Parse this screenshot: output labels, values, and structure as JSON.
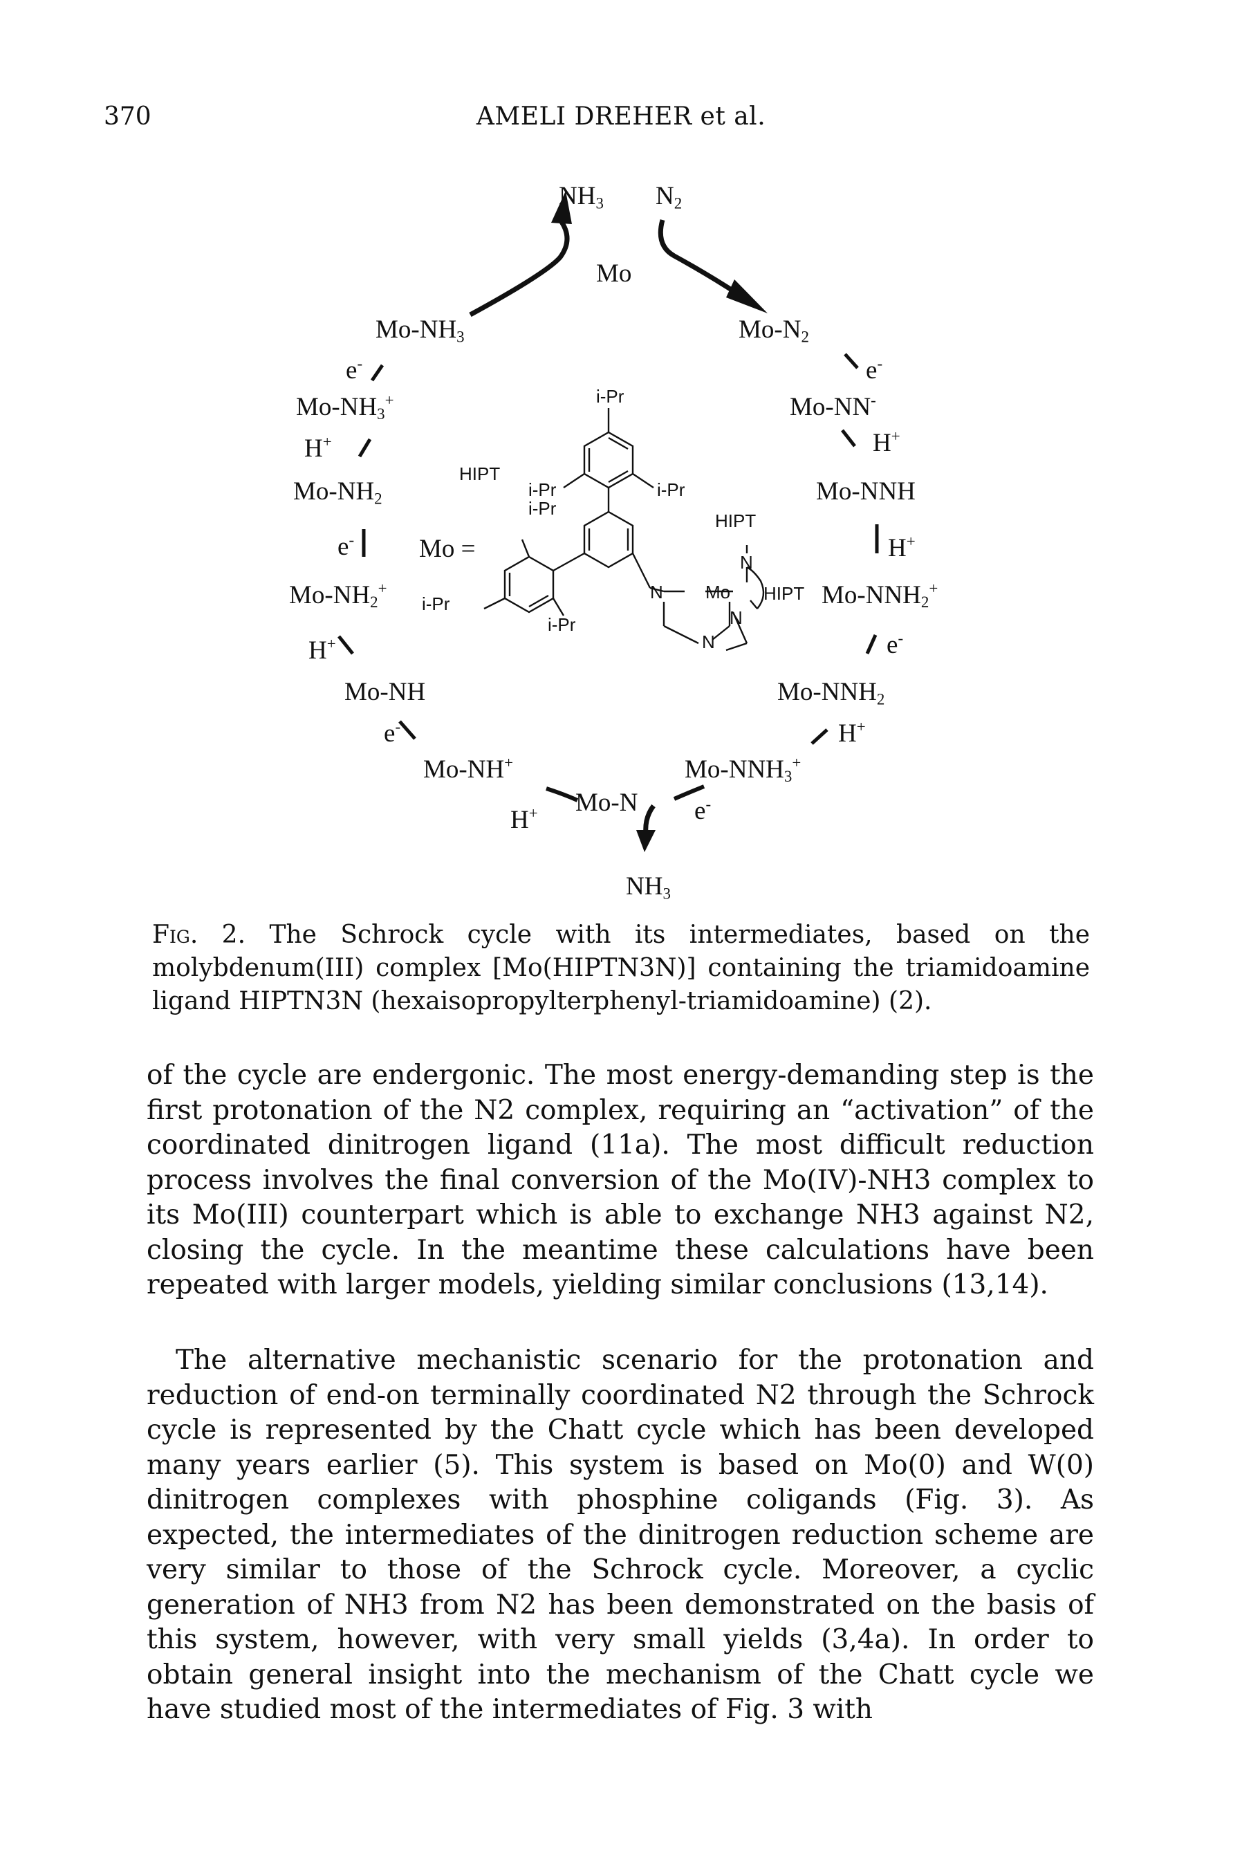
{
  "header": {
    "page_number": "370",
    "running_head": "AMELI DREHER et al."
  },
  "figure": {
    "top_products": {
      "nh3": "NH",
      "nh3_sub": "3",
      "n2": "N",
      "n2_sub": "2"
    },
    "center_label": "Mo",
    "left_branch": [
      {
        "id": "mo-nh3",
        "text": "Mo-NH",
        "sub": "3",
        "sup": ""
      },
      {
        "id": "mo-nh3-plus",
        "text": "Mo-NH",
        "sub": "3",
        "sup": "+"
      },
      {
        "id": "mo-nh2",
        "text": "Mo-NH",
        "sub": "2",
        "sup": ""
      },
      {
        "id": "mo-nh2-plus",
        "text": "Mo-NH",
        "sub": "2",
        "sup": "+"
      },
      {
        "id": "mo-nh",
        "text": "Mo-NH",
        "sub": "",
        "sup": ""
      },
      {
        "id": "mo-nh-plus",
        "text": "Mo-NH",
        "sub": "",
        "sup": "+"
      }
    ],
    "right_branch": [
      {
        "id": "mo-n2",
        "text": "Mo-N",
        "sub": "2",
        "sup": ""
      },
      {
        "id": "mo-nn-minus",
        "text": "Mo-NN",
        "sub": "",
        "sup": "-"
      },
      {
        "id": "mo-nnh",
        "text": "Mo-NNH",
        "sub": "",
        "sup": ""
      },
      {
        "id": "mo-nnh2-plus",
        "text": "Mo-NNH",
        "sub": "2",
        "sup": "+"
      },
      {
        "id": "mo-nnh2",
        "text": "Mo-NNH",
        "sub": "2",
        "sup": ""
      },
      {
        "id": "mo-nnh3-plus",
        "text": "Mo-NNH",
        "sub": "3",
        "sup": "+"
      }
    ],
    "bottom_label": "Mo-N",
    "bottom_product": {
      "text": "NH",
      "sub": "3"
    },
    "reagent_e": "e",
    "reagent_e_sup": "-",
    "reagent_h": "H",
    "reagent_h_sup": "+",
    "structure": {
      "mo_equals": "Mo =",
      "ipr": "i-Pr",
      "hipt": "HIPT",
      "n": "N",
      "mo": "Mo"
    }
  },
  "caption": {
    "label": "Fig. 2.",
    "text": " The Schrock cycle with its intermediates, based on the molybdenum(III) complex [Mo(HIPTN3N)] containing the triamidoamine ligand HIPTN3N (hexaisopropylterphenyl-triamidoamine) (2)."
  },
  "body": {
    "paragraph_1": "of the cycle are endergonic. The most energy-demanding step is the first protonation of the N2 complex, requiring an “activation” of the coordinated dinitrogen ligand (11a). The most difficult reduction process involves the final conversion of the Mo(IV)-NH3 complex to its Mo(III) counterpart which is able to exchange NH3 against N2, closing the cycle. In the meantime these calculations have been repeated with larger models, yielding similar conclusions (13,14).",
    "paragraph_2": "The alternative mechanistic scenario for the protonation and reduction of end-on terminally coordinated N2 through the Schrock cycle is represented by the Chatt cycle which has been developed many years earlier (5). This system is based on Mo(0) and W(0) dinitrogen complexes with phosphine coligands (Fig. 3). As expected, the intermediates of the dinitrogen reduction scheme are very similar to those of the Schrock cycle. Moreover, a cyclic generation of NH3 from N2 has been demonstrated on the basis of this system, however, with very small yields (3,4a). In order to obtain general insight into the mechanism of the Chatt cycle we have studied most of the intermediates of Fig. 3 with"
  }
}
